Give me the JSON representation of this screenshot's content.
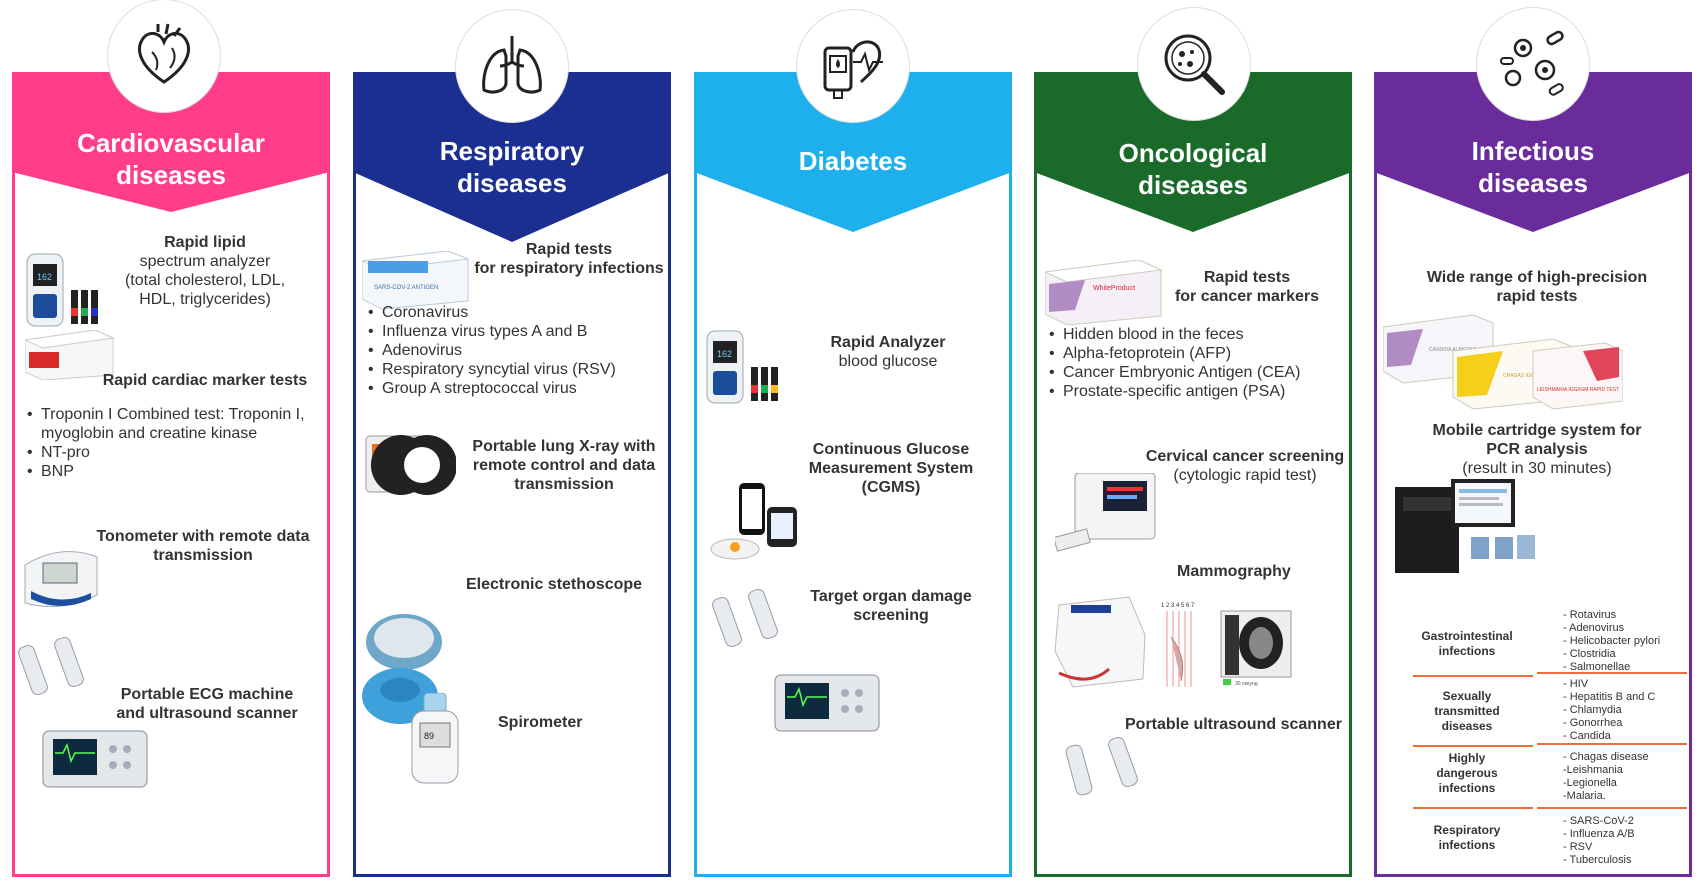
{
  "colors": {
    "cardio": "#ff3d8b",
    "resp": "#1a2f8f",
    "diab": "#1eb0ec",
    "onco": "#1a6b2a",
    "infect": "#6a2c9a",
    "divider": "#f26b3a"
  },
  "columns": {
    "cardio": {
      "title": "Cardiovascular\ndiseases",
      "icon": "heart-icon",
      "lipid": {
        "line1": "Rapid lipid",
        "line2": "spectrum analyzer",
        "line3": "(total cholesterol, LDL,",
        "line4": "HDL, triglycerides)"
      },
      "cardiac_title": "Rapid cardiac marker tests",
      "cardiac_list": [
        "Troponin I Combined test: Troponin I,\nmyoglobin and creatine kinase",
        "NT-pro",
        "BNP"
      ],
      "tonometer": "Tonometer with remote data\ntransmission",
      "ecg": "Portable ECG machine\nand ultrasound scanner"
    },
    "resp": {
      "title": "Respiratory\ndiseases",
      "icon": "lungs-icon",
      "rapid": "Rapid tests\nfor respiratory infections",
      "list": [
        "Coronavirus",
        "Influenza virus types A and B",
        "Adenovirus",
        "Respiratory syncytial virus (RSV)",
        "Group A streptococcal virus"
      ],
      "xray": "Portable lung X-ray with\nremote control and data\ntransmission",
      "stetho": "Electronic stethoscope",
      "spiro": "Spirometer"
    },
    "diab": {
      "title": "Diabetes",
      "icon": "glucose-heart-icon",
      "analyzer_b": "Rapid Analyzer",
      "analyzer": "blood glucose",
      "cgms": "Continuous Glucose\nMeasurement System\n(CGMS)",
      "target": "Target organ damage\nscreening"
    },
    "onco": {
      "title": "Oncological\ndiseases",
      "icon": "magnifier-cell-icon",
      "rapid": "Rapid tests\nfor cancer markers",
      "list": [
        "Hidden blood in the feces",
        "Alpha-fetoprotein (AFP)",
        "Cancer Embryonic Antigen (CEA)",
        "Prostate-specific antigen (PSA)"
      ],
      "cervical_b": "Cervical cancer screening",
      "cervical": "(cytologic rapid test)",
      "mammo": "Mammography",
      "mammo_ruler": "1 2 3 4 5 6 7",
      "mammo_caption": "30 секунд",
      "ultra": "Portable ultrasound scanner"
    },
    "infect": {
      "title": "Infectious\ndiseases",
      "icon": "microbes-icon",
      "wide": "Wide range of high-precision\nrapid tests",
      "mobile_b": "Mobile cartridge system for\nPCR analysis",
      "mobile": "(result in 30 minutes)",
      "groups": [
        {
          "name": "Gastrointestinal\ninfections",
          "items": [
            "- Rotavirus",
            "- Adenovirus",
            "- Helicobacter pylori",
            "- Clostridia",
            "- Salmonellae"
          ]
        },
        {
          "name": "Sexually\ntransmitted\ndiseases",
          "items": [
            "- HIV",
            "- Hepatitis B and C",
            "- Chlamydia",
            "- Gonorrhea",
            "- Candida"
          ]
        },
        {
          "name": "Highly\ndangerous\ninfections",
          "items": [
            "- Chagas disease",
            "-Leishmania",
            "-Legionella",
            "-Malaria."
          ]
        },
        {
          "name": "Respiratory\ninfections",
          "items": [
            "- SARS-CoV-2",
            "- Influenza A/B",
            "- RSV",
            "- Tuberculosis"
          ]
        }
      ]
    }
  },
  "products": {
    "resp_box": "SARS-COV-2 ANTIGEN",
    "onco_box_brand": "WhiteProduct",
    "infect_boxes": [
      "CANDIDA ALBICANS AB RAPID TEST",
      "CHAGAS IGG RAPID TEST",
      "LEISHMANIA IGG/IGM RAPID TEST"
    ]
  }
}
